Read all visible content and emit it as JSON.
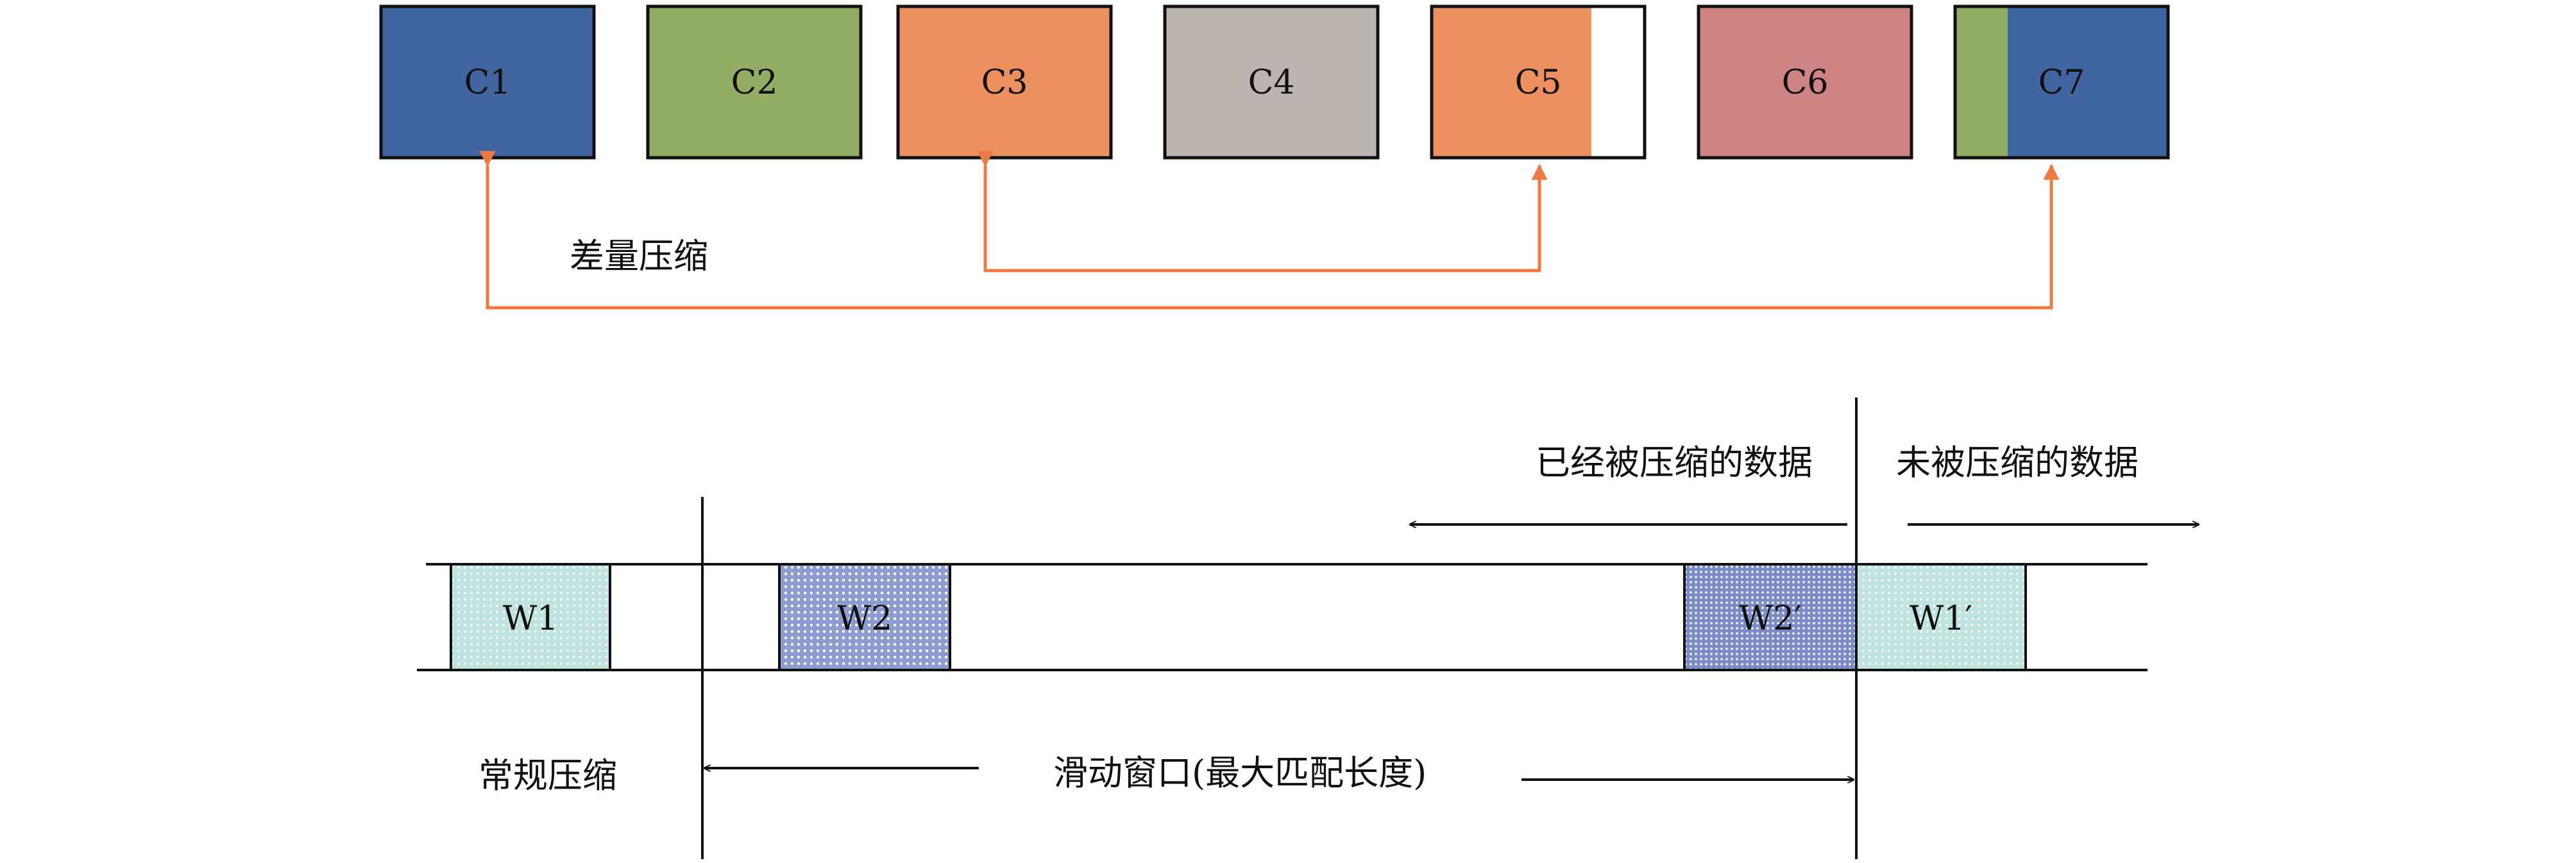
{
  "top": {
    "blocks": [
      {
        "id": "c1",
        "label": "C1",
        "fill": "#4165a0"
      },
      {
        "id": "c2",
        "label": "C2",
        "fill": "#93ad65"
      },
      {
        "id": "c3",
        "label": "C3",
        "fill": "#ec9060"
      },
      {
        "id": "c4",
        "label": "C4",
        "fill": "#bbb4b1"
      },
      {
        "id": "c5",
        "label": "C5",
        "fill": "#ec9060",
        "fill_fraction": 0.75,
        "rest_fill": "#ffffff"
      },
      {
        "id": "c6",
        "label": "C6",
        "fill": "#cf8484"
      },
      {
        "id": "c7",
        "label": "C7",
        "fill": "#4165a0",
        "lead_fill": "#93ad65",
        "lead_fraction": 0.25
      }
    ],
    "delta_label": "差量压缩",
    "arrow_color": "#ec7a42"
  },
  "bottom": {
    "compressed_label": "已经被压缩的数据",
    "uncompressed_label": "未被压缩的数据",
    "normal_label": "常规压缩",
    "window_label": "滑动窗口(最大匹配长度)",
    "windows": [
      {
        "id": "w1",
        "label": "W1",
        "fill": "#bfe3df"
      },
      {
        "id": "w2",
        "label": "W2",
        "fill": "#9aa8d6"
      },
      {
        "id": "w2p",
        "label": "W2′",
        "fill": "#9aa8d6"
      },
      {
        "id": "w1p",
        "label": "W1′",
        "fill": "#bfe3df"
      }
    ]
  }
}
